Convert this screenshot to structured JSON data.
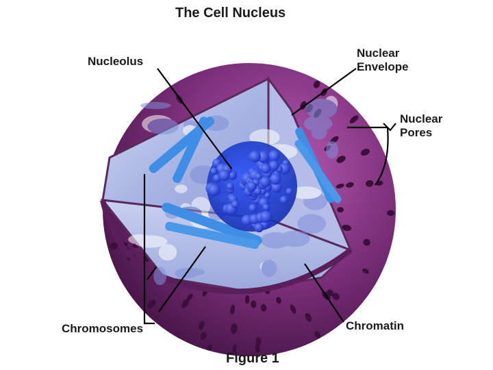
{
  "diagram": {
    "title": "The Cell Nucleus",
    "caption": "Figure 1",
    "labels": {
      "nucleolus": "Nucleolus",
      "nuclear_envelope_line1": "Nuclear",
      "nuclear_envelope_line2": "Envelope",
      "nuclear_pores_line1": "Nuclear",
      "nuclear_pores_line2": "Pores",
      "chromosomes": "Chromosomes",
      "chromatin": "Chromatin"
    }
  },
  "colors": {
    "envelope": "#7a2e78",
    "envelope_dark": "#4e1a4f",
    "interior": "#b9c3e8",
    "nucleolus": "#1f3fd8",
    "chromosome": "#3e8ee6",
    "pore": "#3a0f3c",
    "leader_line": "#000000"
  }
}
